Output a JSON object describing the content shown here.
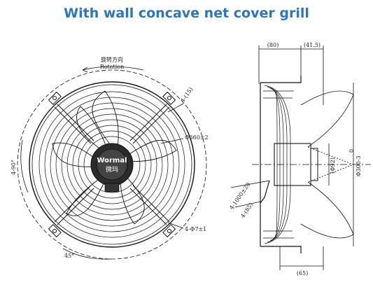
{
  "title": "With wall concave net cover grill",
  "colors": {
    "title": "#2e75b6",
    "line": "#111111",
    "hub": "#2b2b2b",
    "hub_text": "#ffffff"
  },
  "front_view": {
    "rotation_cn": "旋转方向",
    "rotation_en": "Rotation",
    "brand": "Wormal",
    "brand_cn": "微玛",
    "dims": {
      "mount_holes": "4-(15)",
      "diameter": "Φ360±2",
      "angle_90": "4-90°",
      "slots": "4-Φ7±1",
      "angle_45": "45°"
    }
  },
  "side_view": {
    "dims": {
      "top_80": "(80)",
      "top_41": "(41.5)",
      "hub_dia": "(Φ92)",
      "outer_dia": "Φ300-3",
      "outer_dia_sup": "0",
      "cable": "4-1000±20",
      "cable_b": "4-(85)",
      "bottom_65": "(65)"
    }
  }
}
